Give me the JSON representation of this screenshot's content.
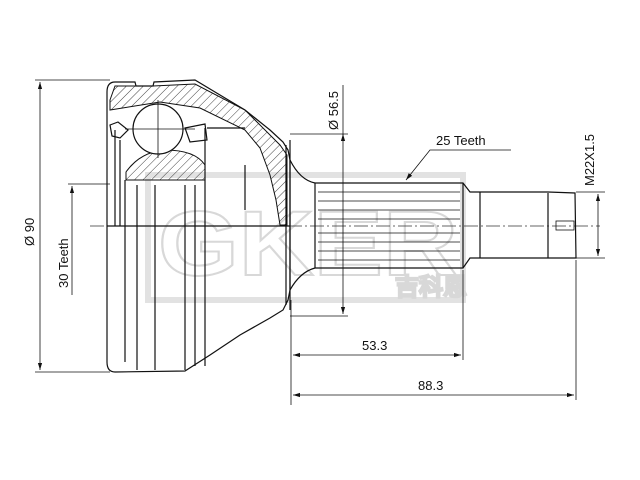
{
  "drawing": {
    "dimensions": {
      "outer_diameter": "Ø 90",
      "inner_teeth": "30 Teeth",
      "flange_diameter": "Ø 56.5",
      "outer_teeth": "25 Teeth",
      "thread": "M22X1.5",
      "spline_length": "53.3",
      "total_length": "88.3"
    },
    "watermark": {
      "latin": "GKER",
      "chinese": "吉科恩"
    }
  }
}
